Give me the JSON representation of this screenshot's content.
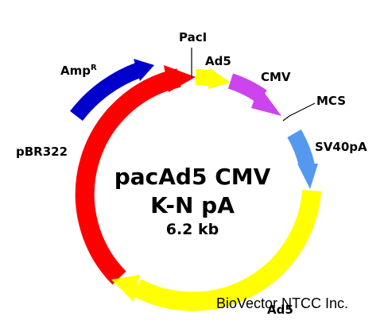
{
  "plasmid": {
    "name_line1": "pacAd5 CMV",
    "name_line2": "K-N pA",
    "size": "6.2 kb"
  },
  "features": [
    {
      "id": "pbr322",
      "label": "pBR322",
      "color": "#ff0000"
    },
    {
      "id": "ad5-left",
      "label": "Ad5",
      "color": "#ffff00"
    },
    {
      "id": "cmv",
      "label": "CMV",
      "color": "#cc44ee"
    },
    {
      "id": "sv40pa",
      "label": "SV40pA",
      "color": "#5599ee"
    },
    {
      "id": "ad5-right",
      "label": "Ad5",
      "color": "#ffff00"
    },
    {
      "id": "ampr",
      "label_main": "Amp",
      "label_sup": "R",
      "color": "#0000cc"
    }
  ],
  "sites": {
    "paci": "PacI",
    "mcs": "MCS"
  },
  "watermark": "BioVector NTCC Inc."
}
